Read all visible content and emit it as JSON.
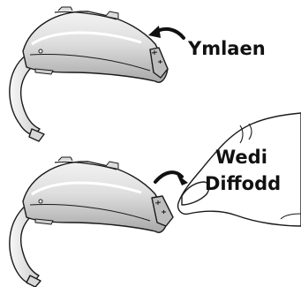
{
  "panels": [
    {
      "state": "Ymlaen"
    },
    {
      "state_lines": [
        "Wedi",
        "Diffodd"
      ]
    }
  ],
  "colors": {
    "outline": "#1a1a1a",
    "body_light": "#e9e9e9",
    "body_mid": "#cfcfcf",
    "body_dark": "#a9a9a9",
    "background": "#ffffff"
  },
  "icons": [
    "hearing-aid-top",
    "rotate-arrow-left",
    "hearing-aid-bottom",
    "rotate-arrow-right",
    "finger"
  ]
}
